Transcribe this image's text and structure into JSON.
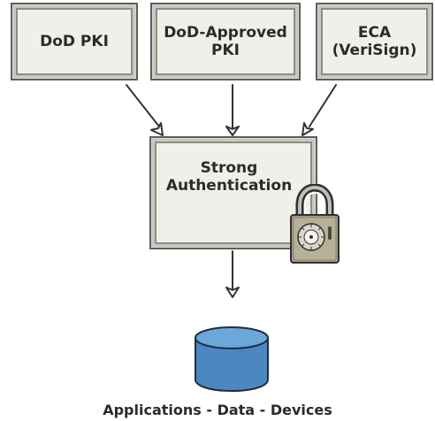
{
  "diagram": {
    "sources": [
      {
        "label": "DoD PKI"
      },
      {
        "label": "DoD-Approved\nPKI"
      },
      {
        "label": "ECA\n(VeriSign)"
      }
    ],
    "center_label": "Strong\nAuthentication",
    "bottom_caption": "Applications - Data - Devices",
    "colors": {
      "box_fill": "#f0efe9",
      "box_border": "#5e5e5e",
      "line": "#333333",
      "database_fill": "#4b88c2",
      "database_top": "#6da6d9",
      "lock_body": "#a39b82",
      "lock_dial": "#d9d6cc"
    },
    "icons": {
      "lock": "padlock-icon",
      "database": "database-cylinder-icon"
    }
  }
}
